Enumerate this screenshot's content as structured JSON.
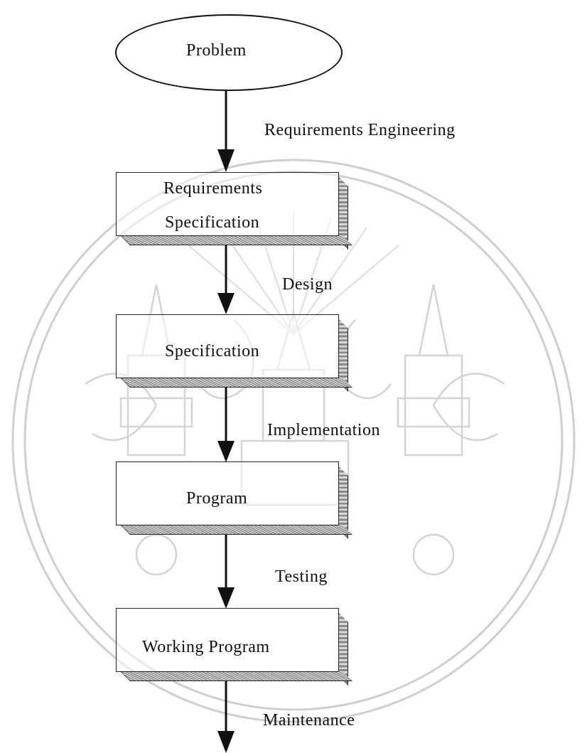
{
  "nodes": {
    "problem": "Problem",
    "req_spec_line1": "Requirements",
    "req_spec_line2": "Specification",
    "specification": "Specification",
    "program": "Program",
    "working_program": "Working Program"
  },
  "edges": {
    "req_eng": "Requirements Engineering",
    "design": "Design",
    "implementation": "Implementation",
    "testing": "Testing",
    "maintenance": "Maintenance"
  },
  "colors": {
    "ink": "#111111",
    "watermark": "#c8c8c8"
  }
}
